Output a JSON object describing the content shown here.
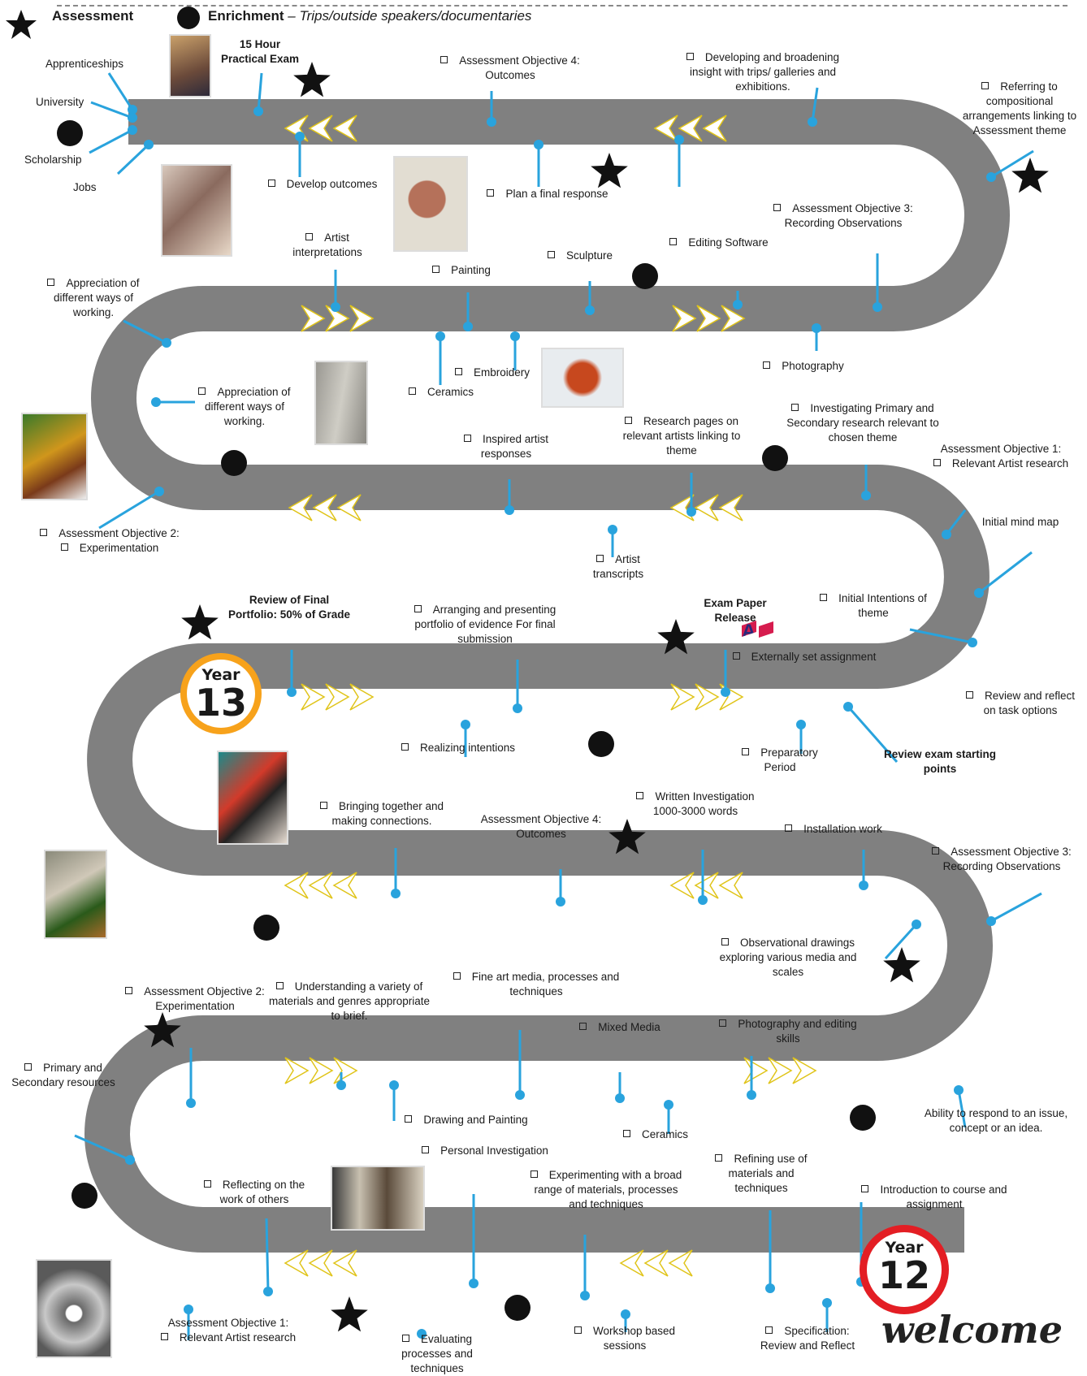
{
  "legend": {
    "assessment_label": "Assessment",
    "enrichment_label": "Enrichment",
    "enrichment_detail": "– Trips/outside speakers/documentaries"
  },
  "icons": {
    "assessment": "star-icon",
    "enrichment": "filled-circle-icon",
    "checkbox": "checkbox-icon"
  },
  "colors": {
    "road": "#808080",
    "connector": "#29a3dd",
    "chevrons": "#ffffff",
    "year13_ring": "#f7a21b",
    "year12_ring": "#e31e24",
    "aqa_blue": "#2a2a7a",
    "aqa_red": "#d61c4e"
  },
  "badges": {
    "year_word": "Year",
    "year13": "13",
    "year12": "12",
    "welcome": "welcome",
    "aqa": "AQA"
  },
  "careers": [
    "Apprenticeships",
    "University",
    "Scholarship",
    "Jobs"
  ],
  "labels": {
    "practical_exam": "15 Hour Practical Exam",
    "ao4_outcomes_top": "Assessment Objective 4: Outcomes",
    "trips_galleries": "Developing and broadening insight with trips/ galleries and exhibitions.",
    "compositional": "Referring to compositional arrangements linking to Assessment theme",
    "develop_outcomes": "Develop outcomes",
    "plan_final": "Plan a final response",
    "ao3_top": "Assessment Objective 3: Recording Observations",
    "artist_interpretations": "Artist interpretations",
    "painting": "Painting",
    "sculpture": "Sculpture",
    "editing_software": "Editing Software",
    "appreciation_1": "Appreciation of different ways of working.",
    "appreciation_2": "Appreciation of different ways of working.",
    "embroidery": "Embroidery",
    "ceramics_y13": "Ceramics",
    "photography": "Photography",
    "investigating": "Investigating Primary and Secondary research relevant to chosen theme",
    "research_pages": "Research pages on relevant artists linking to theme",
    "inspired_responses": "Inspired artist responses",
    "ao1_y13_title": "Assessment Objective 1:",
    "ao1_y13_item": "Relevant Artist research",
    "ao2_y13_title": "Assessment Objective 2:",
    "ao2_y13_item": "Experimentation",
    "initial_mind_map": "Initial mind map",
    "artist_transcripts": "Artist transcripts",
    "review_portfolio": "Review of Final Portfolio: 50% of Grade",
    "arranging": "Arranging and presenting portfolio of evidence For final submission",
    "exam_release": "Exam Paper Release",
    "initial_intentions": "Initial Intentions of theme",
    "externally_set": "Externally set assignment",
    "review_reflect_task": "Review and reflect on task options",
    "realizing": "Realizing intentions",
    "preparatory": "Preparatory Period",
    "review_exam": "Review exam starting points",
    "bringing_together": "Bringing together and making connections.",
    "written_investigation": "Written Investigation 1000-3000 words",
    "ao4_y12": "Assessment Objective 4: Outcomes",
    "installation": "Installation work",
    "ao3_y12": "Assessment Objective 3: Recording Observations",
    "observational": "Observational drawings exploring various media and scales",
    "ao2_y12": "Assessment Objective 2: Experimentation",
    "understanding": "Understanding a variety of materials and genres appropriate to brief.",
    "fine_art": "Fine art media, processes and techniques",
    "mixed_media": "Mixed Media",
    "photo_editing": "Photography and editing skills",
    "primary_secondary": "Primary and Secondary resources",
    "ability": "Ability to respond to an issue, concept or an idea.",
    "drawing_painting": "Drawing and Painting",
    "ceramics_y12": "Ceramics",
    "personal_investigation": "Personal Investigation",
    "reflecting": "Reflecting on the work of others",
    "experimenting": "Experimenting with a broad range of materials, processes and techniques",
    "refining": "Refining use of materials and techniques",
    "introduction": "Introduction to course and assignment",
    "ao1_y12_title": "Assessment Objective 1:",
    "ao1_y12_item": "Relevant Artist research",
    "evaluating": "Evaluating processes and techniques",
    "workshop": "Workshop based sessions",
    "specification": "Specification: Review and Reflect"
  }
}
